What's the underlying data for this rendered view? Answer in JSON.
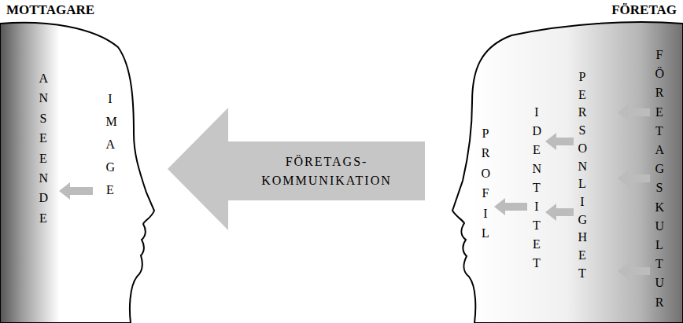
{
  "diagram": {
    "nodes": [
      {
        "text": [
          "MOTTAGARE",
          "ANSEENDE",
          "IMAGE"
        ]
      },
      {
        "text": [
          "FÖRETAGS- KOMMUNIKATION"
        ]
      },
      {
        "text": [
          "FÖRETAG",
          "PROFIL",
          "IDENTITET",
          "PERSONLIGHET",
          "FÖRETAGSKULTUR"
        ]
      }
    ]
  }
}
